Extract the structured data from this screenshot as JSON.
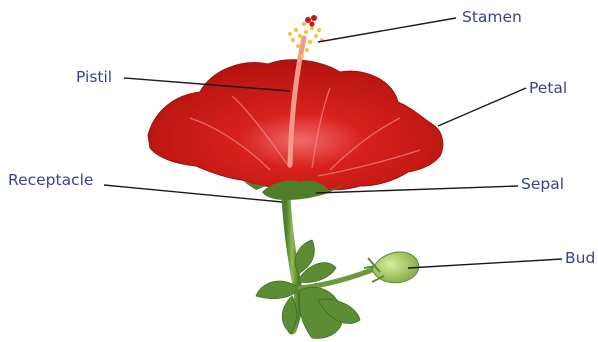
{
  "labels": {
    "stamen": "Stamen",
    "pistil": "Pistil",
    "petal": "Petal",
    "receptacle": "Receptacle",
    "sepal": "Sepal",
    "bud": "Bud"
  },
  "colors": {
    "label_text": "#3a3f93",
    "leader_line": "#1a1a1a",
    "petal": "#d41f1a",
    "petal_dark": "#a8120f",
    "stem": "#6a9a3c",
    "leaf": "#5c8d34",
    "bud": "#a9c96a",
    "anther": "#f4c542"
  }
}
